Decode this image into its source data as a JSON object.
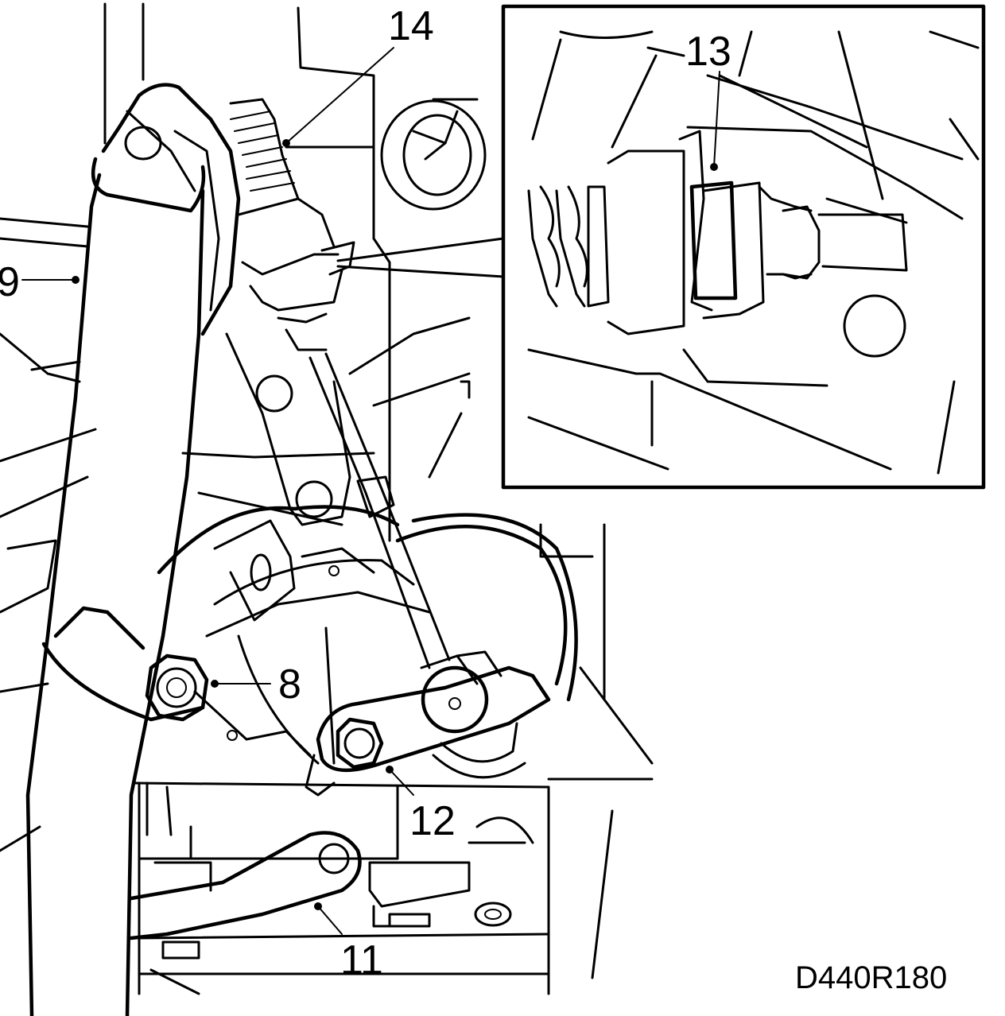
{
  "callouts": {
    "c14": "14",
    "c13": "13",
    "c9": "9",
    "c8": "8",
    "c12": "12",
    "c11": "11"
  },
  "figure_code": "D440R180"
}
